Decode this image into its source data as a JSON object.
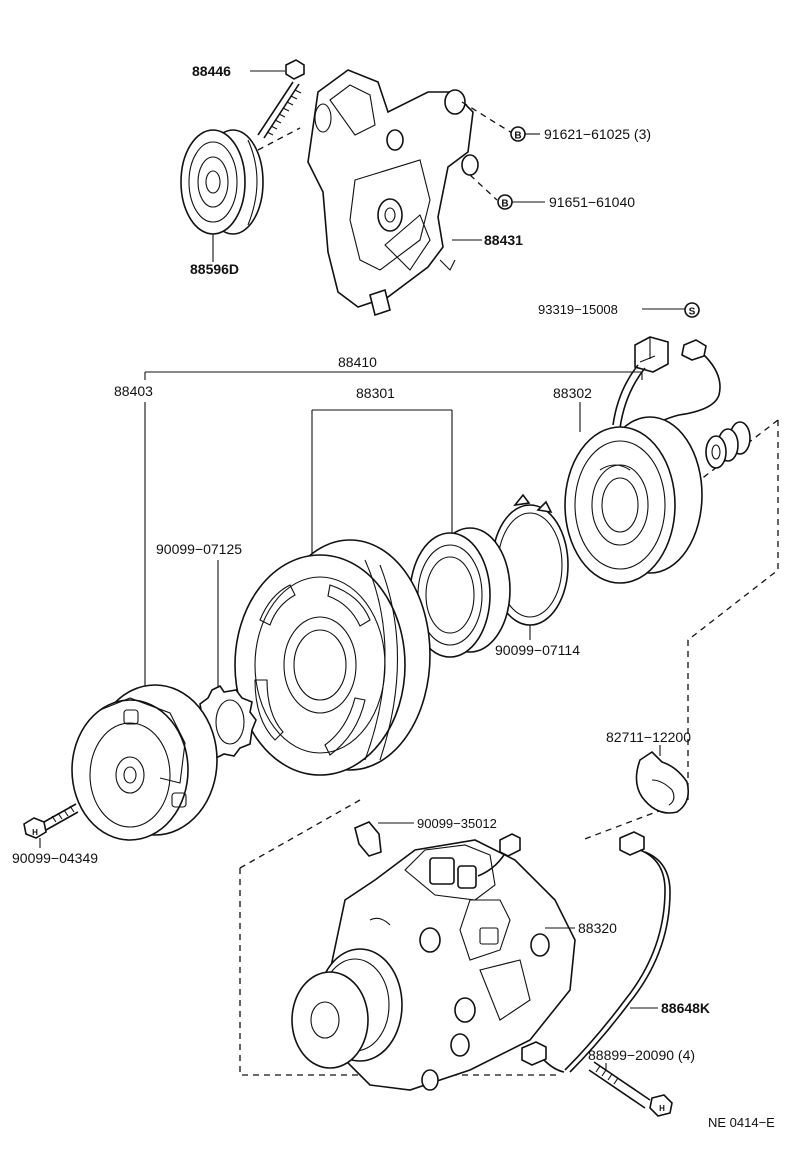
{
  "labels": {
    "p88446": "88446",
    "p88596d": "88596D",
    "p88431": "88431",
    "p91621": "91621−61025 (3)",
    "p91651": "91651−61040",
    "p93319": "93319−15008",
    "p88410": "88410",
    "p88403": "88403",
    "p88301": "88301",
    "p88302": "88302",
    "p90099_07125": "90099−07125",
    "p90099_07114": "90099−07114",
    "p82711": "82711−12200",
    "p90099_35012": "90099−35012",
    "p90099_04349": "90099−04349",
    "p88320": "88320",
    "p88648k": "88648K",
    "p88899": "88899−20090 (4)",
    "footer_code": "NE 0414−E"
  },
  "markers": {
    "b1": "B",
    "b2": "B",
    "s": "S",
    "h1": "H",
    "h2": "H"
  }
}
